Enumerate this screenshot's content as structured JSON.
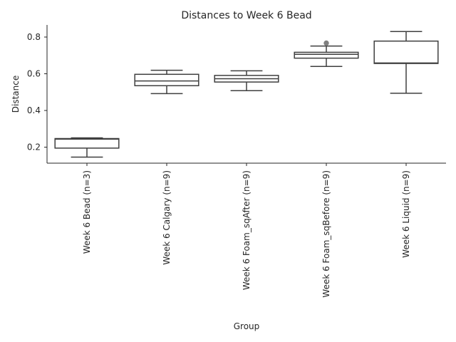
{
  "chart_data": {
    "type": "box",
    "title": "Distances to Week 6 Bead",
    "xlabel": "Group",
    "ylabel": "Distance",
    "ylim": [
      0.113,
      0.866
    ],
    "yticks": [
      0.2,
      0.4,
      0.6,
      0.8
    ],
    "ytick_labels": [
      "0.2",
      "0.4",
      "0.6",
      "0.8"
    ],
    "grid": false,
    "colors": {
      "box_stroke": "#3f3f3f",
      "box_fill": "#ffffff",
      "flier": "#7f7f7f",
      "axis": "#262626",
      "text": "#262626"
    },
    "categories": [
      "Week 6 Bead (n=3)",
      "Week 6 Calgary (n=9)",
      "Week 6 Foam_sqAfter (n=9)",
      "Week 6 Foam_sqBefore (n=9)",
      "Week 6 Liquid (n=9)"
    ],
    "boxes": [
      {
        "whisker_low": 0.146,
        "q1": 0.195,
        "median": 0.244,
        "q3": 0.247,
        "whisker_high": 0.251,
        "fliers": []
      },
      {
        "whisker_low": 0.492,
        "q1": 0.535,
        "median": 0.561,
        "q3": 0.597,
        "whisker_high": 0.619,
        "fliers": []
      },
      {
        "whisker_low": 0.508,
        "q1": 0.555,
        "median": 0.573,
        "q3": 0.591,
        "whisker_high": 0.616,
        "fliers": []
      },
      {
        "whisker_low": 0.64,
        "q1": 0.685,
        "median": 0.706,
        "q3": 0.717,
        "whisker_high": 0.751,
        "fliers": [
          0.767
        ]
      },
      {
        "whisker_low": 0.494,
        "q1": 0.656,
        "median": 0.659,
        "q3": 0.778,
        "whisker_high": 0.83,
        "fliers": []
      }
    ]
  }
}
